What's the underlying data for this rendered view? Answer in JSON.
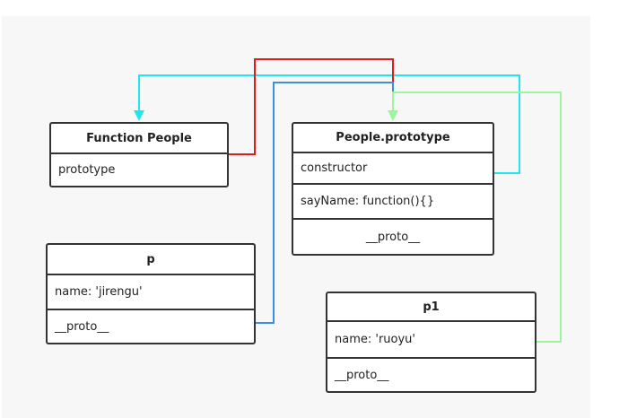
{
  "colors": {
    "box_border": "#333333",
    "link_prototype": "#e31b1b",
    "link_constructor": "#22e5f0",
    "link_p_proto": "#3b8fe0",
    "link_p1_proto": "#9cf59c"
  },
  "function_people": {
    "title": "Function People",
    "prototype": "prototype"
  },
  "people_prototype": {
    "title": "People.prototype",
    "constructor": "constructor",
    "method": "sayName: function(){}",
    "proto": "__proto__"
  },
  "p": {
    "title": "p",
    "name": "name: 'jirengu'",
    "proto": "__proto__"
  },
  "p1": {
    "title": "p1",
    "name": "name: 'ruoyu'",
    "proto": "__proto__"
  }
}
